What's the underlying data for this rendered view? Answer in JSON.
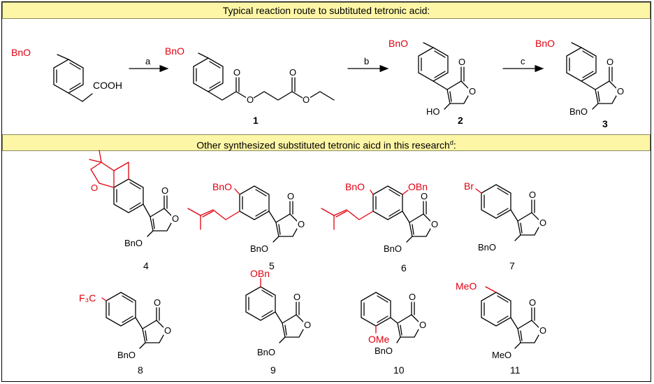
{
  "header": {
    "route_title": "Typical reaction route to subtituted tetronic acid:",
    "other_title_prefix": "Other synthesized substituted tetronic aicd in this research",
    "other_title_sup": "d",
    "other_title_suffix": ":"
  },
  "colors": {
    "substituent": "#e0000f",
    "banner_fill": "#fdf6a6",
    "bond": "#000000"
  },
  "route": {
    "arrows": [
      {
        "label": "a"
      },
      {
        "label": "b"
      },
      {
        "label": "c"
      }
    ],
    "start": {
      "substituent": "BnO",
      "acid": "COOH"
    },
    "compound1": {
      "number": "1",
      "substituent": "BnO",
      "o1": "O",
      "o2": "O",
      "o3": "O",
      "o4": "O"
    },
    "compound2": {
      "number": "2",
      "substituent": "BnO",
      "oxo": "O",
      "ring_o": "O",
      "hydroxy": "HO"
    },
    "compound3": {
      "number": "3",
      "substituent": "BnO",
      "oxo": "O",
      "ring_o": "O",
      "ether": "BnO"
    }
  },
  "compounds": [
    {
      "number": "4",
      "subs": [
        "O"
      ],
      "ether": "BnO"
    },
    {
      "number": "5",
      "subs": [
        "BnO"
      ],
      "ether": "BnO"
    },
    {
      "number": "6",
      "subs": [
        "BnO",
        "OBn"
      ],
      "ether": "BnO"
    },
    {
      "number": "7",
      "subs": [
        "Br"
      ],
      "ether": "BnO"
    },
    {
      "number": "8",
      "subs": [
        "F₃C"
      ],
      "ether": "BnO"
    },
    {
      "number": "9",
      "subs": [
        "OBn"
      ],
      "ether": "BnO"
    },
    {
      "number": "10",
      "subs": [
        "OMe"
      ],
      "ether": "BnO"
    },
    {
      "number": "11",
      "subs": [
        "MeO"
      ],
      "ether": "MeO"
    }
  ]
}
